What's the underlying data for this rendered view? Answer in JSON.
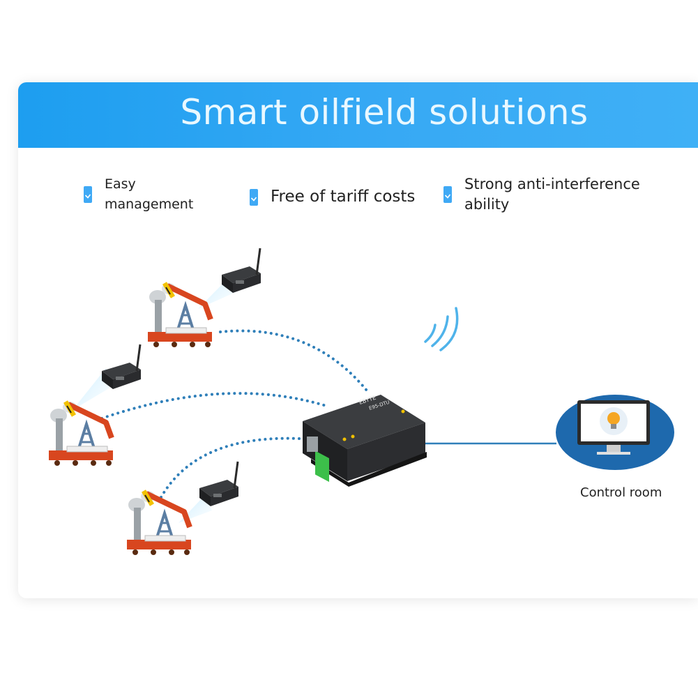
{
  "header": {
    "title": "Smart oilfield solutions"
  },
  "features": [
    {
      "label": "Easy management",
      "icon": "checkbox-icon"
    },
    {
      "label": "Free of tariff costs",
      "icon": "checkbox-icon"
    },
    {
      "label": "Strong anti-interference ability",
      "icon": "checkbox-icon"
    }
  ],
  "gateway": {
    "brand": "EBYTE",
    "model": "E95-DTU"
  },
  "control_room": {
    "label": "Control room"
  },
  "colors": {
    "header": "#2aa4f2",
    "accent": "#3fa9f5",
    "control_room_disc": "#1e69ad",
    "pump_body": "#d8461f",
    "device_dark": "#2d2f31"
  }
}
